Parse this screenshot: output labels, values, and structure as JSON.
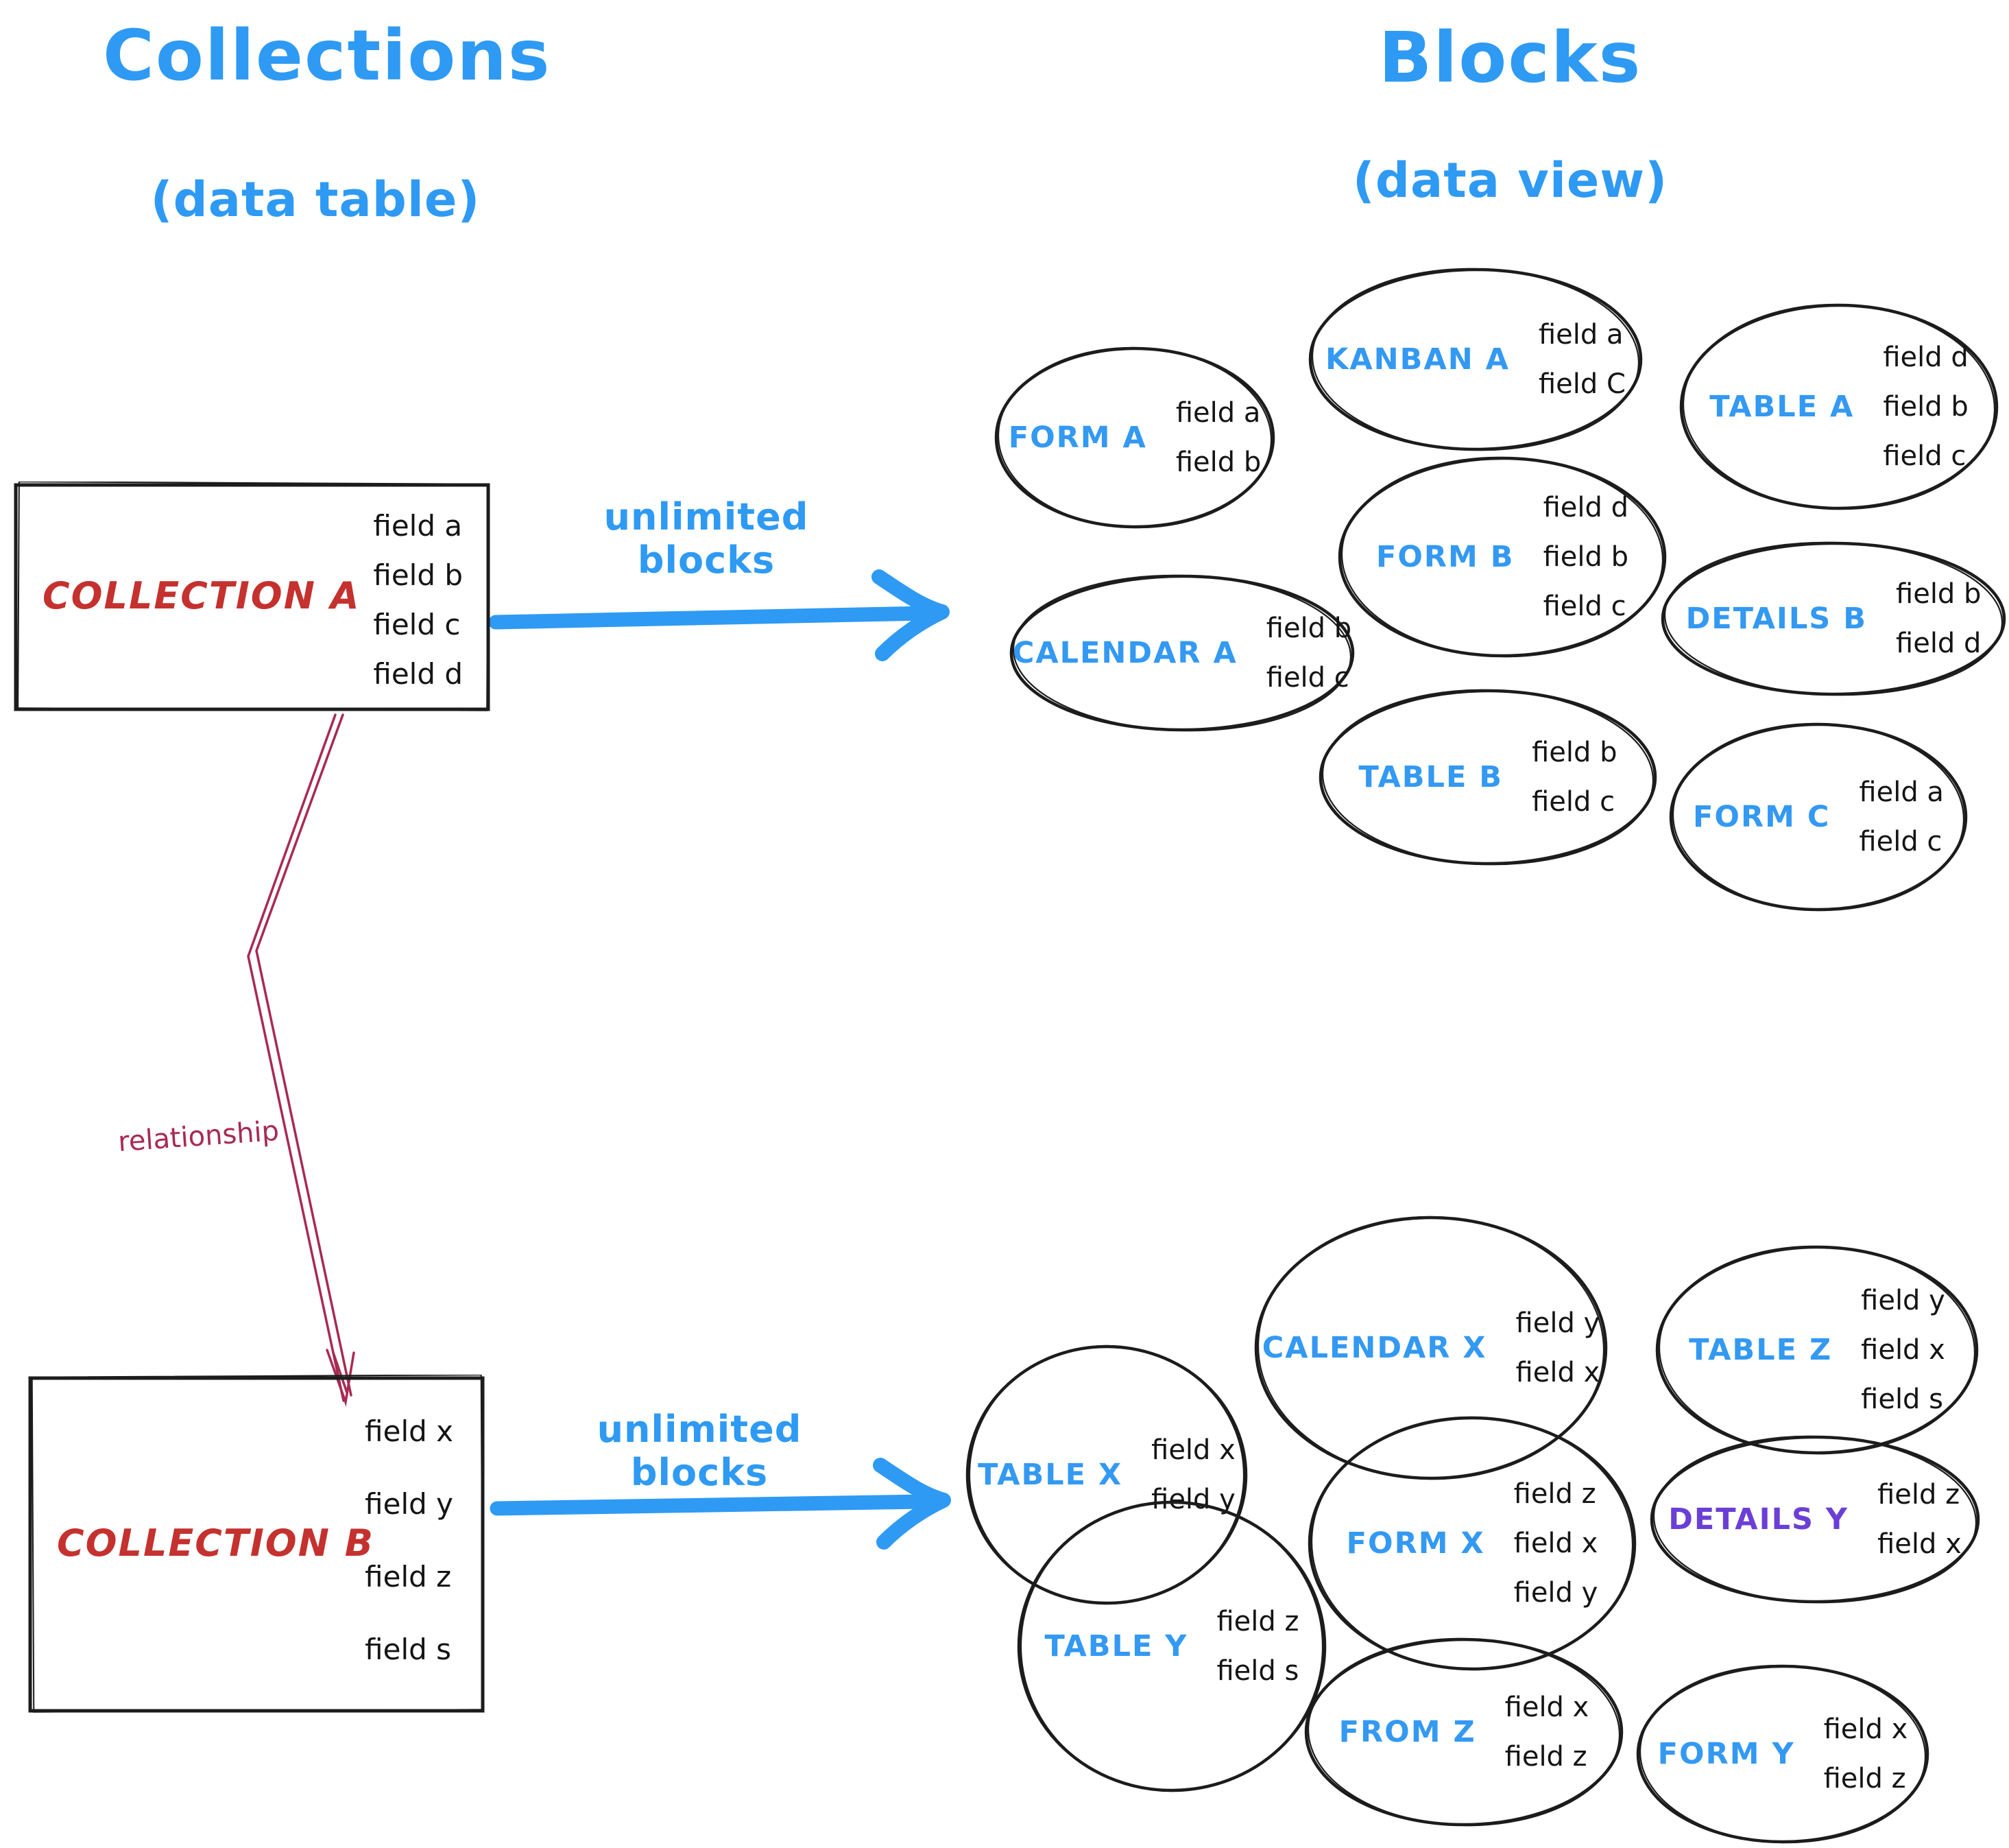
{
  "titles": {
    "left": {
      "main": "Collections",
      "sub": "(data table)"
    },
    "right": {
      "main": "Blocks",
      "sub": "(data view)"
    }
  },
  "arrows": {
    "top_label": "unlimited blocks",
    "bottom_label": "unlimited blocks",
    "relationship_label": "relationship"
  },
  "collections": [
    {
      "name": "COLLECTION A",
      "fields": [
        "field a",
        "field b",
        "field c",
        "field d"
      ]
    },
    {
      "name": "COLLECTION B",
      "fields": [
        "field x",
        "field y",
        "field z",
        "field s"
      ]
    }
  ],
  "blocks_a": [
    {
      "label": "FORM A",
      "fields": [
        "field a",
        "field b"
      ]
    },
    {
      "label": "KANBAN A",
      "fields": [
        "field a",
        "field C"
      ]
    },
    {
      "label": "TABLE A",
      "fields": [
        "field d",
        "field b",
        "field c"
      ]
    },
    {
      "label": "CALENDAR A",
      "fields": [
        "field b",
        "field c"
      ]
    },
    {
      "label": "FORM B",
      "fields": [
        "field d",
        "field b",
        "field c"
      ]
    },
    {
      "label": "DETAILS B",
      "fields": [
        "field b",
        "field d"
      ]
    },
    {
      "label": "TABLE B",
      "fields": [
        "field b",
        "field c"
      ]
    },
    {
      "label": "FORM C",
      "fields": [
        "field a",
        "field c"
      ]
    }
  ],
  "blocks_b": [
    {
      "label": "TABLE X",
      "fields": [
        "field x",
        "field y"
      ]
    },
    {
      "label": "CALENDAR X",
      "fields": [
        "field y",
        "field x"
      ]
    },
    {
      "label": "TABLE Z",
      "fields": [
        "field y",
        "field x",
        "field s"
      ]
    },
    {
      "label": "TABLE Y",
      "fields": [
        "field z",
        "field s"
      ]
    },
    {
      "label": "FORM X",
      "fields": [
        "field z",
        "field x",
        "field y"
      ]
    },
    {
      "label": "DETAILS Y",
      "fields": [
        "field z",
        "field x"
      ]
    },
    {
      "label": "FROM Z",
      "fields": [
        "field x",
        "field z"
      ]
    },
    {
      "label": "FORM Y",
      "fields": [
        "field x",
        "field z"
      ]
    }
  ],
  "colors": {
    "accent_blue": "#2e9af3",
    "block_label_blue": "#3399f2",
    "block_label_purple": "#6b3fd6",
    "collection_red": "#c4312e",
    "relationship_crimson": "#a82a52",
    "ink_black": "#1c1c1c",
    "background": "#ffffff"
  }
}
